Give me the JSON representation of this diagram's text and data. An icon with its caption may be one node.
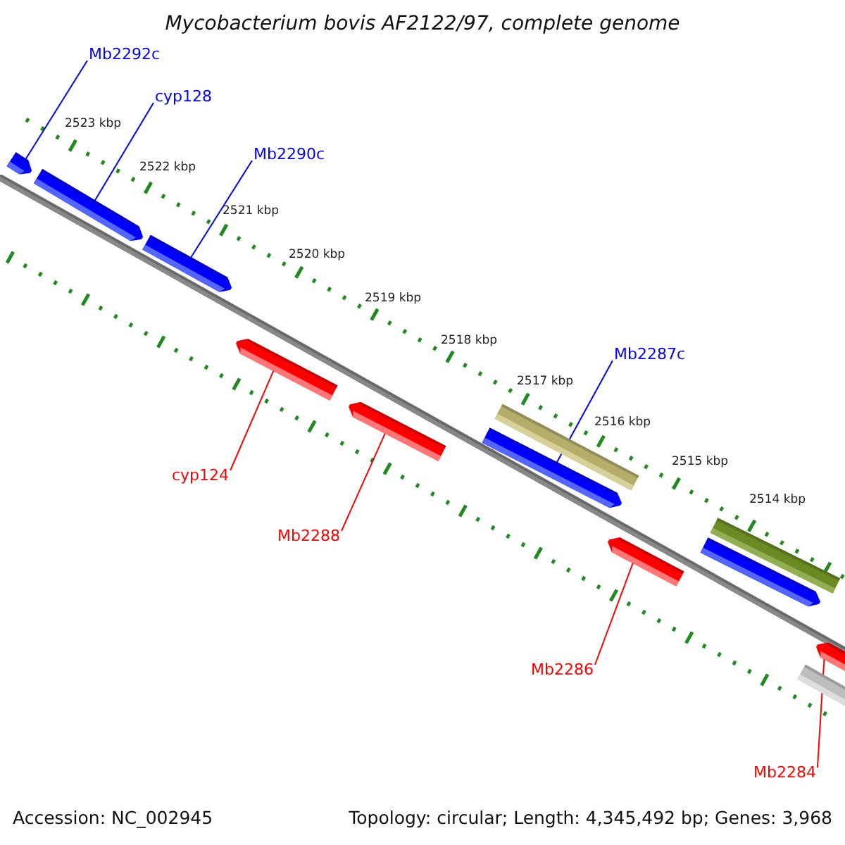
{
  "diagram": {
    "title": "Mycobacterium bovis AF2122/97, complete genome",
    "nodes": [
      {
        "text": [
          "Mb2292c"
        ]
      },
      {
        "text": [
          "cyp128"
        ]
      },
      {
        "text": [
          "Mb2290c"
        ]
      },
      {
        "text": [],
        "shape": "arrow"
      },
      {
        "text": [],
        "shape": "arrow"
      },
      {
        "text": [],
        "shape": "arrow"
      },
      {
        "text": [],
        "shape": "arrow"
      },
      {
        "text": [],
        "shape": "arrow"
      },
      {
        "text": [
          "Mb2287c"
        ]
      },
      {
        "text": [],
        "shape": "bar"
      },
      {
        "text": [],
        "shape": "arrow"
      },
      {
        "text": [
          "cyp124"
        ]
      },
      {
        "text": [
          "Mb2288"
        ]
      },
      {
        "text": [],
        "shape": "arrow"
      },
      {
        "text": [],
        "shape": "bar"
      },
      {
        "text": [],
        "shape": "arrow"
      },
      {
        "text": [
          "Mb2286"
        ]
      },
      {
        "text": [],
        "shape": "arrow"
      },
      {
        "text": [],
        "shape": "bar"
      },
      {
        "text": [
          "Mb2284"
        ]
      }
    ],
    "edges": [
      {
        "from": 0,
        "to": 3,
        "arrow": "none",
        "color": "#0000ff"
      },
      {
        "from": 1,
        "to": 4,
        "arrow": "none",
        "color": "#0000ff"
      },
      {
        "from": 2,
        "to": 5,
        "arrow": "none",
        "color": "#0000ff"
      },
      {
        "from": 8,
        "to": 10,
        "arrow": "none",
        "color": "#0000ff"
      },
      {
        "from": 11,
        "to": 6,
        "arrow": "none",
        "color": "#ff0000"
      },
      {
        "from": 12,
        "to": 7,
        "arrow": "none",
        "color": "#ff0000"
      },
      {
        "from": 16,
        "to": 13,
        "arrow": "none",
        "color": "#ff0000"
      },
      {
        "from": 19,
        "to": 17,
        "arrow": "none",
        "color": "#ff0000"
      }
    ],
    "labels": [
      "2523 kbp",
      "2522 kbp",
      "2521 kbp",
      "2520 kbp",
      "2519 kbp",
      "2518 kbp",
      "2517 kbp",
      "2516 kbp",
      "2515 kbp",
      "2514 kbp",
      "Accession: NC_002945",
      "Topology: circular; Length: 4,345,492 bp; Genes: 3,968"
    ]
  }
}
